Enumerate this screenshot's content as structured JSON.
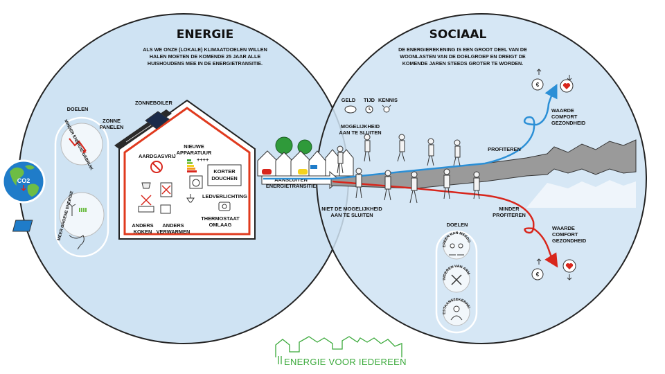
{
  "energy": {
    "title": "ENERGIE",
    "intro": [
      "ALS WE ONZE (LOKALE) KLIMAATDOELEN WILLEN",
      "HALEN MOETEN DE KOMENDE 25 JAAR ALLE",
      "HUISHOUDENS MEE IN DE ENERGIETRANSITIE."
    ],
    "co2": "CO2",
    "goals_label": "DOELEN",
    "goal_less_energy": "MINDER ENERGIE GEBRUIK",
    "goal_green_energy": "MEER GROENE ENERGIE",
    "solar_boiler": "ZONNEBOILER",
    "solar_panels": [
      "ZONNE",
      "PANELEN"
    ],
    "gas_free": "AARDGASVRIJ",
    "new_appliances": [
      "NIEUWE",
      "APPARATUUR"
    ],
    "plus_marks": "++++",
    "shorter_shower": [
      "KORTER",
      "DOUCHEN"
    ],
    "led": "LEDVERLICHTING",
    "thermostat": [
      "THERMOSTAAT",
      "OMLAAG"
    ],
    "cook": [
      "ANDERS",
      "KOKEN"
    ],
    "heat": [
      "ANDERS",
      "VERWARMEN"
    ]
  },
  "social": {
    "title": "SOCIAAL",
    "intro": [
      "DE ENERGIEREKENING IS EEN GROOT DEEL VAN DE",
      "WOONLASTEN VAN DE DOELGROEP EN DREIGT DE",
      "KOMENDE JAREN STEEDS GROTER TE WORDEN."
    ],
    "resources": [
      "GELD",
      "TIJD",
      "KENNIS"
    ],
    "possible": [
      "MOGELIJKHEID",
      "AAN TE SLUITEN"
    ],
    "not_possible": [
      "NIET DE MOGELIJKHEID",
      "AAN TE SLUITEN"
    ],
    "connect": [
      "AANSLUITEN",
      "ENERGIETRANSITIE"
    ],
    "profit": "PROFITEREN",
    "less_profit": [
      "MINDER",
      "PROFITEREN"
    ],
    "value_top": [
      "WAARDE",
      "COMFORT",
      "GEZONDHEID"
    ],
    "value_bottom": [
      "WAARDE",
      "COMFORT",
      "GEZONDHEID"
    ],
    "goals_label": "DOELEN",
    "goal_badges": [
      "IEDEREEN KAN MEEDOEN",
      "VERMINDEREN VAN ARMOEDE",
      "BESTAANSZEKERHEID"
    ],
    "euro": "€"
  },
  "logo": {
    "text": "ENERGIE VOOR IEDEREEN",
    "color": "#3aa93a"
  },
  "colors": {
    "circle_fill": "#cfe3f3",
    "circle_stroke": "#222222",
    "house_red": "#e03a1e",
    "blue_path": "#2b8fd6",
    "red_path": "#d8261c",
    "globe_blue": "#1f7cc9",
    "globe_green": "#6dbd45"
  }
}
